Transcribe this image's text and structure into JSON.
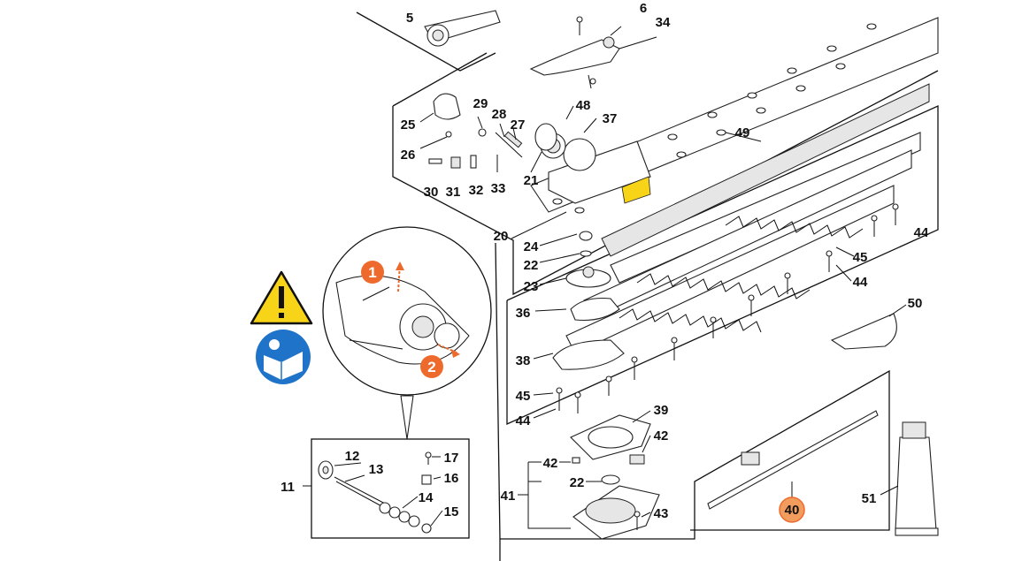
{
  "callouts": {
    "c5": "5",
    "c6": "6",
    "c34": "34",
    "c25": "25",
    "c26": "26",
    "c29": "29",
    "c28": "28",
    "c27": "27",
    "c48": "48",
    "c37": "37",
    "c49": "49",
    "c21": "21",
    "c30": "30",
    "c31": "31",
    "c32": "32",
    "c33": "33",
    "c20": "20",
    "c24": "24",
    "c22a": "22",
    "c23": "23",
    "c36": "36",
    "c38": "38",
    "c45a": "45",
    "c44a": "44",
    "c44b": "44",
    "c45b": "45",
    "c44c": "44",
    "c50": "50",
    "c39": "39",
    "c42a": "42",
    "c42b": "42",
    "c22b": "22",
    "c41": "41",
    "c43": "43",
    "c40": "40",
    "c51": "51",
    "c11": "11",
    "c12": "12",
    "c13": "13",
    "c14": "14",
    "c15": "15",
    "c16": "16",
    "c17": "17"
  },
  "step_badges": {
    "step1": "1",
    "step2": "2"
  },
  "icons": {
    "warning": "warning-triangle-icon",
    "manual": "read-manual-icon"
  },
  "colors": {
    "warning_yellow": "#f7d417",
    "manual_blue": "#1f73c8",
    "step_orange": "#ee6a2c",
    "highlight_orange": "#f29c5d",
    "line": "#111111"
  }
}
